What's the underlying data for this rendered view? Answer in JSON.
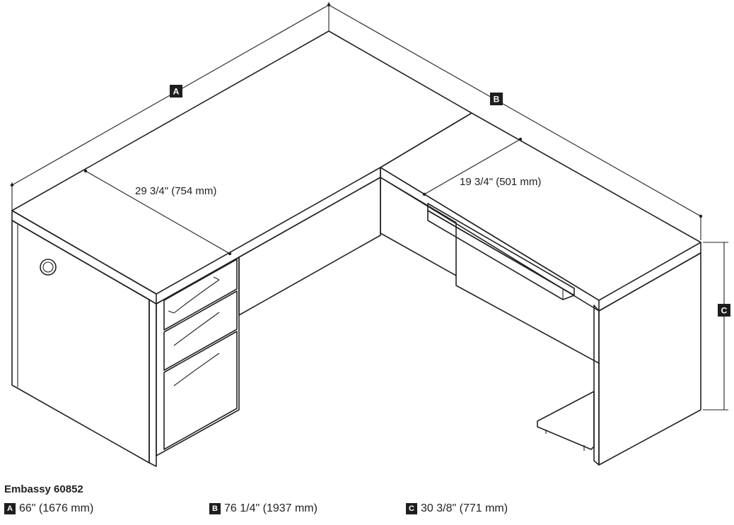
{
  "diagram": {
    "label_a": "A",
    "label_b": "B",
    "label_c": "C",
    "depth_main": "29 3/4\" (754 mm)",
    "depth_return": "19 3/4\" (501 mm)"
  },
  "caption": {
    "product_name": "Embassy 60852",
    "dimensions": [
      {
        "badge": "A",
        "value": "66\" (1676 mm)"
      },
      {
        "badge": "B",
        "value": "76 1/4\" (1937 mm)"
      },
      {
        "badge": "C",
        "value": "30 3/8\" (771 mm)"
      }
    ]
  }
}
